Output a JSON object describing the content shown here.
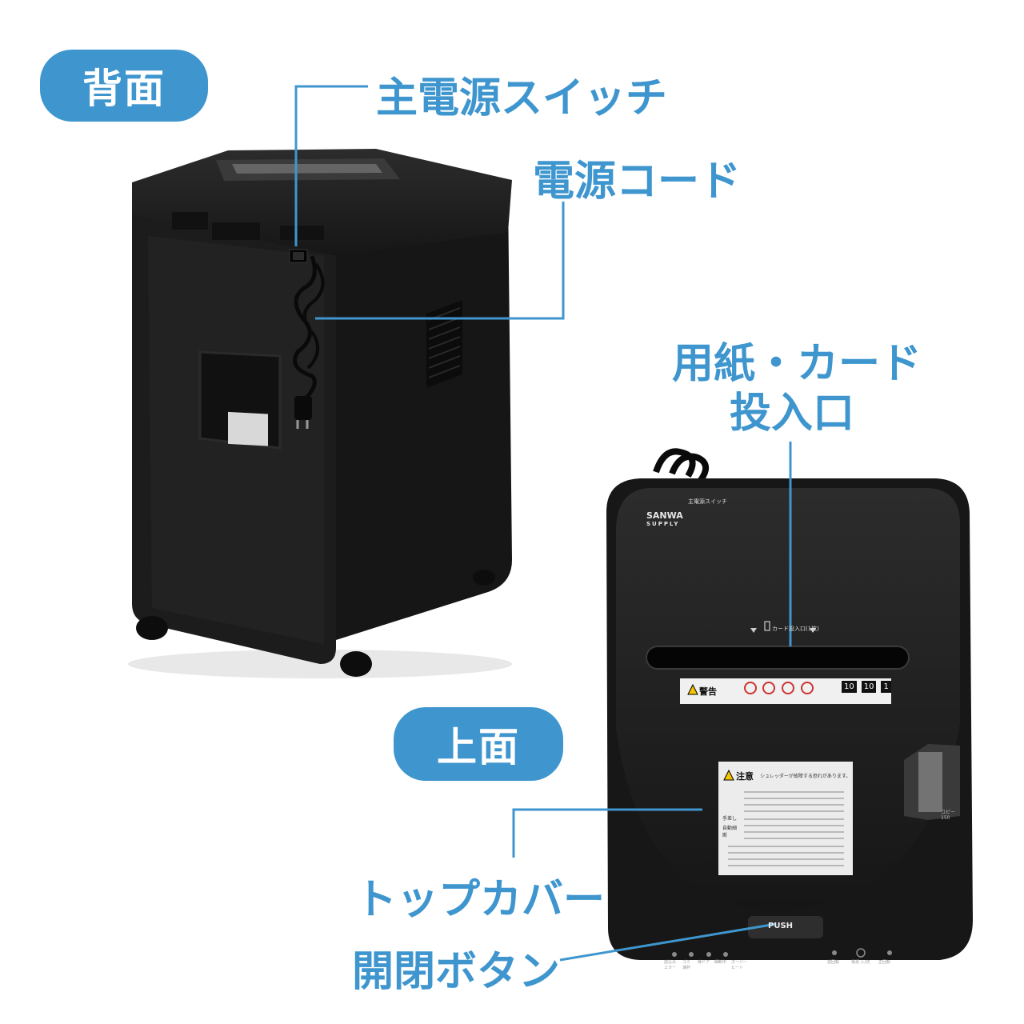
{
  "badges": {
    "back": "背面",
    "top": "上面"
  },
  "callouts": {
    "main_power_switch": "主電源スイッチ",
    "power_cord": "電源コード",
    "slot_line1": "用紙・カード",
    "slot_line2": "投入口",
    "top_cover": "トップカバー",
    "open_button": "開閉ボタン"
  },
  "device_top": {
    "brand_line1": "SANWA",
    "brand_line2": "SUPPLY",
    "switch_marker": "主電源スイッチ",
    "card_slot_label": "カード投入口(1枚)",
    "warning_title": "警告",
    "caution_title": "注意",
    "caution_note": "シュレッダーが故障する恐れがあります。",
    "caution_rows": [
      "手差し",
      "自動細断"
    ],
    "push_button": "PUSH",
    "spec_badges": [
      "10",
      "10",
      "1"
    ],
    "panel_left": [
      "詰込み エラー",
      "ゴミ 満杯",
      "扉ドア",
      "細断中",
      "オーバー ヒート"
    ],
    "panel_right": [
      "逆回転",
      "電源 入/切",
      "正回転"
    ],
    "window_label": "コピー 150"
  },
  "colors": {
    "accent": "#3f96cf",
    "device": "#1b1b1b"
  }
}
